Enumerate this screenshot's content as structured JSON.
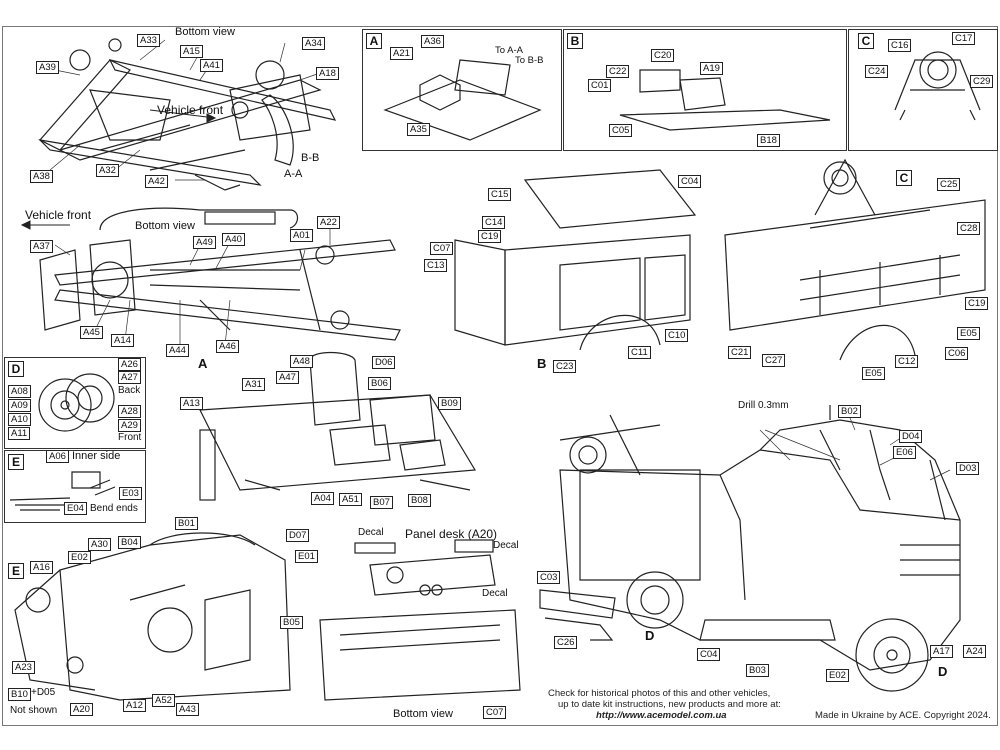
{
  "titles": {
    "bottom_view_top": "Bottom view",
    "bottom_view_mid": "Bottom view",
    "bottom_view_cab": "Bottom view",
    "vehicle_front_top": "Vehicle front",
    "vehicle_front_mid": "Vehicle front",
    "section_aa": "A-A",
    "section_bb": "B-B",
    "to_aa": "To A-A",
    "to_bb": "To B-B",
    "back": "Back",
    "front": "Front",
    "inner_side": "Inner side",
    "bend_ends": "Bend ends",
    "not_shown": "Not shown",
    "drill": "Drill 0.3mm",
    "panel_desk": "Panel desk (A20)",
    "decal_1": "Decal",
    "decal_2": "Decal",
    "decal_3": "Decal"
  },
  "boxes": {
    "A": "A",
    "B": "B",
    "C": "C",
    "D": "D",
    "E": "E",
    "A_marker": "A",
    "B_marker": "B",
    "C_marker": "C",
    "D_marker1": "D",
    "D_marker2": "D",
    "E_marker": "E"
  },
  "parts": {
    "A33": "A33",
    "A15": "A15",
    "A34": "A34",
    "A39": "A39",
    "A41": "A41",
    "A18": "A18",
    "A38": "A38",
    "A32": "A32",
    "A42": "A42",
    "A21": "A21",
    "A36": "A36",
    "A35": "A35",
    "C20": "C20",
    "C22": "C22",
    "A19": "A19",
    "C01": "C01",
    "C05": "C05",
    "B18": "B18",
    "C16": "C16",
    "C17": "C17",
    "C24": "C24",
    "C29": "C29",
    "C15": "C15",
    "C04": "C04",
    "C14": "C14",
    "C19a": "C19",
    "C07a": "C07",
    "C13": "C13",
    "C10": "C10",
    "C23": "C23",
    "C11": "C11",
    "C25": "C25",
    "C28": "C28",
    "C19b": "C19",
    "E05a": "E05",
    "C21": "C21",
    "C27": "C27",
    "C06": "C06",
    "E05b": "E05",
    "C12": "C12",
    "A37": "A37",
    "A49": "A49",
    "A40": "A40",
    "A01": "A01",
    "A22": "A22",
    "A45": "A45",
    "A14": "A14",
    "A44": "A44",
    "A46": "A46",
    "A26": "A26",
    "A27": "A27",
    "A08": "A08",
    "A09": "A09",
    "A10": "A10",
    "A11": "A11",
    "A28": "A28",
    "A29": "A29",
    "A48": "A48",
    "D06": "D06",
    "A31": "A31",
    "A47": "A47",
    "B06": "B06",
    "A13": "A13",
    "B09": "B09",
    "A04": "A04",
    "A51": "A51",
    "B07": "B07",
    "B08": "B08",
    "A06": "A06",
    "E03": "E03",
    "E04": "E04",
    "B02": "B02",
    "D04": "D04",
    "E06": "E06",
    "D03": "D03",
    "B01": "B01",
    "D07": "D07",
    "A30": "A30",
    "B04": "B04",
    "E02a": "E02",
    "E01": "E01",
    "A16": "A16",
    "B05": "B05",
    "A23": "A23",
    "B10": "B10",
    "D05": "+D05",
    "A20": "A20",
    "A12": "A12",
    "A52": "A52",
    "A43": "A43",
    "C03": "C03",
    "C26": "C26",
    "C04b": "C04",
    "B03": "B03",
    "E02b": "E02",
    "A17": "A17",
    "A24": "A24",
    "C07b": "C07"
  },
  "footer": {
    "line1": "Check for historical photos of this and  other vehicles,",
    "line2": "up to date kit instructions, new products and more at:",
    "url": "http://www.acemodel.com.ua",
    "made_in": "Made in Ukraine by ACE. Copyright 2024."
  }
}
